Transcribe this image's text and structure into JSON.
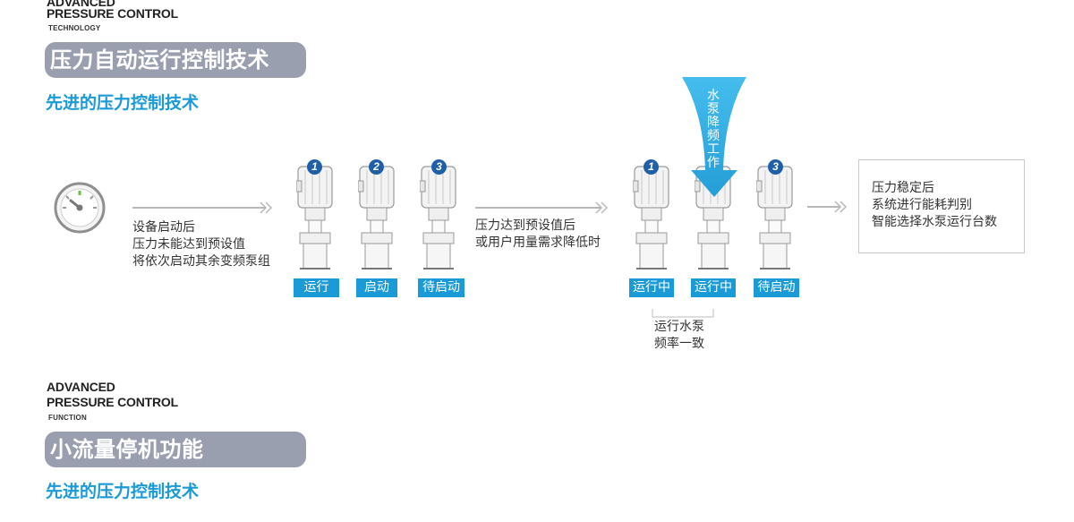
{
  "section1": {
    "en_line1": "ADVANCED",
    "en_line2": "PRESSURE CONTROL",
    "en_sub": "TECHNOLOGY",
    "title": "压力自动运行控制技术",
    "subtitle": "先进的压力控制技术"
  },
  "diagram": {
    "step1_text": [
      "设备启动后",
      "压力未能达到预设值",
      "将依次启动其余变频泵组"
    ],
    "group1": [
      {
        "badge": "1",
        "status": "运行"
      },
      {
        "badge": "2",
        "status": "启动"
      },
      {
        "badge": "3",
        "status": "待启动"
      }
    ],
    "step2_text": [
      "压力达到预设值后",
      "或用户用量需求降低时"
    ],
    "group2": [
      {
        "badge": "1",
        "status": "运行中"
      },
      {
        "badge": "",
        "status": "运行中"
      },
      {
        "badge": "3",
        "status": "待启动"
      }
    ],
    "big_arrow_text": [
      "水",
      "泵",
      "降",
      "频",
      "工",
      "作"
    ],
    "bracket_text": [
      "运行水泵",
      "频率一致"
    ],
    "result_text": [
      "压力稳定后",
      "系统进行能耗判别",
      "智能选择水泵运行台数"
    ],
    "colors": {
      "accent_blue": "#1a9ad6",
      "badge_blue": "#1f5fa8",
      "pill_gray": "#9a9fb0"
    }
  },
  "section2": {
    "en_line1": "ADVANCED",
    "en_line2": "PRESSURE CONTROL",
    "en_sub": "FUNCTION",
    "title": "小流量停机功能",
    "subtitle": "先进的压力控制技术"
  }
}
